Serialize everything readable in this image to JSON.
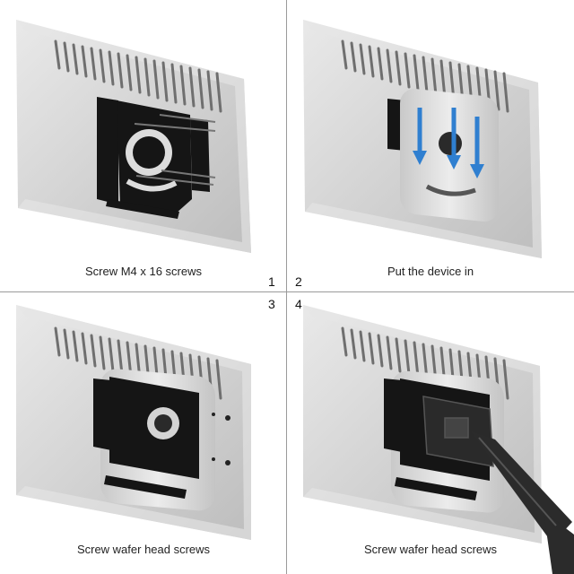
{
  "steps": [
    {
      "number": "1",
      "caption": "Screw M4 x 16 screws"
    },
    {
      "number": "2",
      "caption": "Put the device in"
    },
    {
      "number": "3",
      "caption": "Screw wafer head screws"
    },
    {
      "number": "4",
      "caption": "Screw wafer head screws"
    }
  ],
  "colors": {
    "monitor": "#cfcfcf",
    "bezel": "#e3e3e3",
    "bracket": "#151515",
    "device": "#dcdcdc",
    "arrow": "#2f7fd0"
  }
}
